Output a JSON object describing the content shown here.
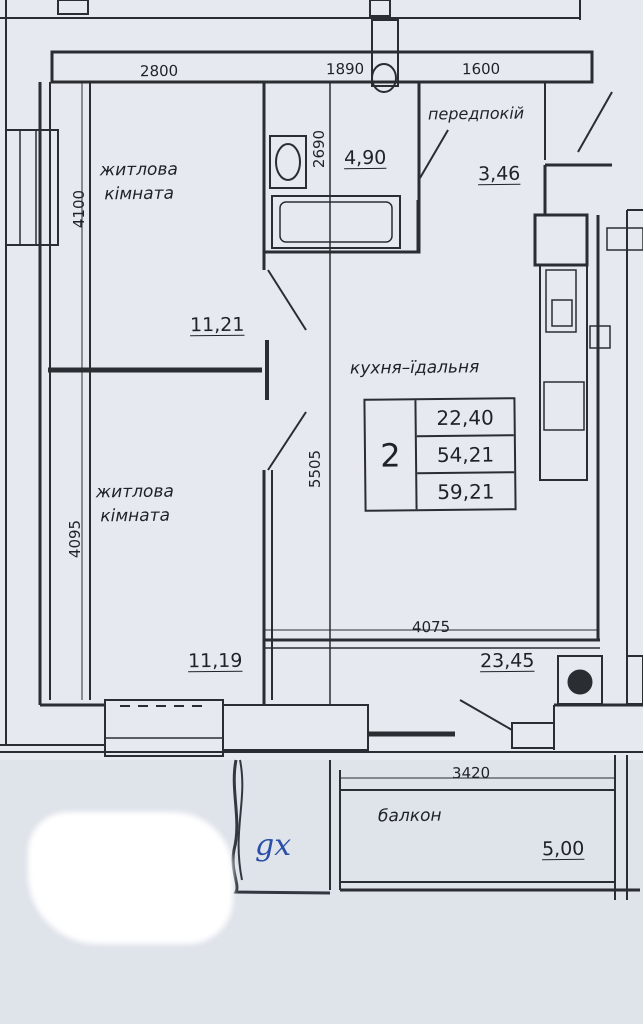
{
  "units": {
    "main_number": "2",
    "living_area": "22,40",
    "usable_area": "54,21",
    "total_area": "59,21"
  },
  "rooms": {
    "living_room_1": {
      "name_line1": "житлова",
      "name_line2": "кімната",
      "area": "11,21"
    },
    "living_room_2": {
      "name_line1": "житлова",
      "name_line2": "кімната",
      "area": "11,19"
    },
    "bathroom": {
      "area": "4,90"
    },
    "hallway": {
      "name": "передпокій",
      "area": "3,46"
    },
    "kitchen": {
      "name": "кухня–їдальня",
      "area": "23,45"
    },
    "balcony": {
      "name": "балкон",
      "area": "5,00"
    }
  },
  "dimensions": {
    "d2800": "2800",
    "d1890": "1890",
    "d1600": "1600",
    "d4100": "4100",
    "d2690": "2690",
    "d4095": "4095",
    "d5505": "5505",
    "d4075": "4075",
    "d3420": "3420"
  },
  "handwriting": {
    "note": "gx"
  },
  "colors": {
    "paper": "#e2e6ee",
    "line": "#2a2d31",
    "pen": "#2a4fa8"
  }
}
